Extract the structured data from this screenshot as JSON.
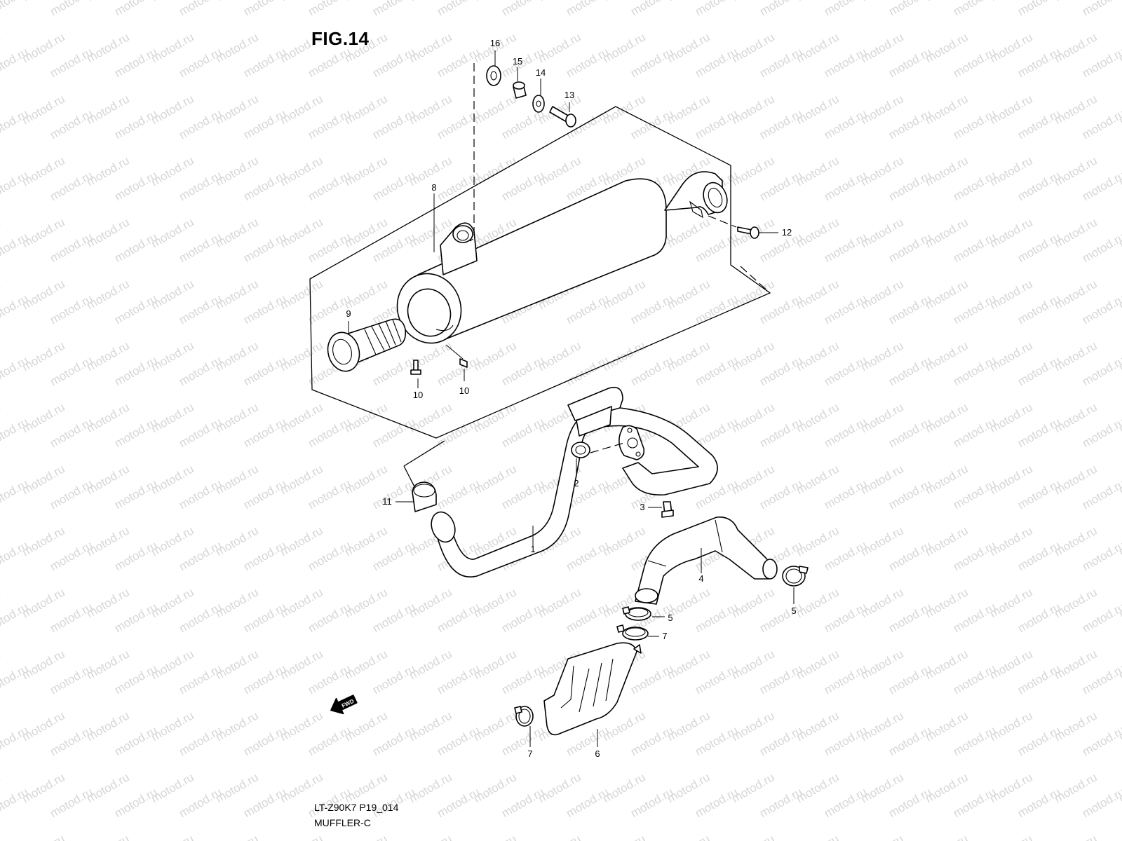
{
  "figure": {
    "title": "FIG.14",
    "code": "LT-Z90K7 P19_014",
    "name": "MUFFLER-C",
    "watermark": "motod.ru",
    "fwd_arrow_label": "FWD"
  },
  "callouts": [
    {
      "id": "c1",
      "label": "1",
      "part": "exhaust-pipe"
    },
    {
      "id": "c2",
      "label": "2",
      "part": "exhaust-gasket"
    },
    {
      "id": "c3",
      "label": "3",
      "part": "flange-bolt"
    },
    {
      "id": "c4",
      "label": "4",
      "part": "connector-pipe"
    },
    {
      "id": "c5a",
      "label": "5",
      "part": "hose-clamp"
    },
    {
      "id": "c5b",
      "label": "5",
      "part": "hose-clamp"
    },
    {
      "id": "c6",
      "label": "6",
      "part": "heat-protector"
    },
    {
      "id": "c7a",
      "label": "7",
      "part": "protector-clamp"
    },
    {
      "id": "c7b",
      "label": "7",
      "part": "protector-clamp"
    },
    {
      "id": "c8",
      "label": "8",
      "part": "muffler"
    },
    {
      "id": "c9",
      "label": "9",
      "part": "spark-arrester"
    },
    {
      "id": "c10a",
      "label": "10",
      "part": "screw"
    },
    {
      "id": "c10b",
      "label": "10",
      "part": "screw"
    },
    {
      "id": "c11",
      "label": "11",
      "part": "muffler-joint"
    },
    {
      "id": "c12",
      "label": "12",
      "part": "bolt"
    },
    {
      "id": "c13",
      "label": "13",
      "part": "mounting-bolt"
    },
    {
      "id": "c14",
      "label": "14",
      "part": "washer"
    },
    {
      "id": "c15",
      "label": "15",
      "part": "spacer"
    },
    {
      "id": "c16",
      "label": "16",
      "part": "cushion"
    }
  ]
}
